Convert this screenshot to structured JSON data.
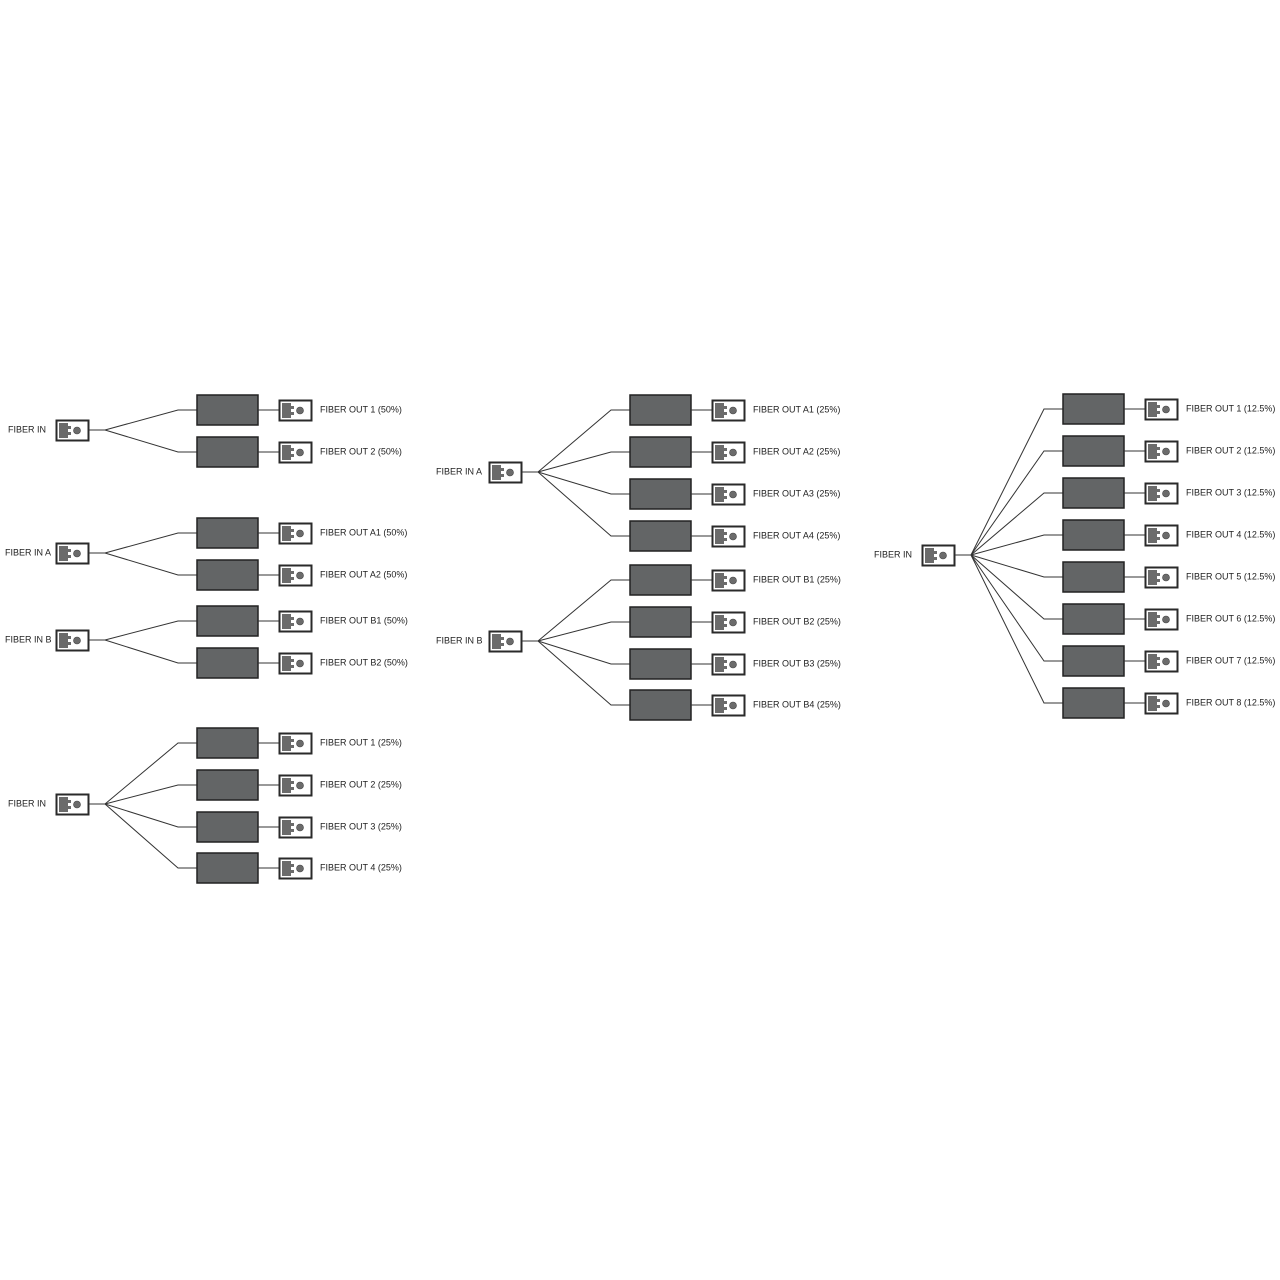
{
  "colors": {
    "splitter_box": "#636566",
    "line": "#333333",
    "connector_border": "#2a2a2a",
    "connector_gray": "#6b6b6b"
  },
  "groups": [
    {
      "input": "FIBER IN",
      "outputs": [
        "FIBER OUT 1 (50%)",
        "FIBER OUT 2 (50%)"
      ]
    },
    {
      "input": "FIBER IN A",
      "outputs": [
        "FIBER OUT A1 (50%)",
        "FIBER OUT A2 (50%)"
      ]
    },
    {
      "input": "FIBER IN B",
      "outputs": [
        "FIBER OUT B1 (50%)",
        "FIBER OUT B2 (50%)"
      ]
    },
    {
      "input": "FIBER IN",
      "outputs": [
        "FIBER OUT 1 (25%)",
        "FIBER OUT 2 (25%)",
        "FIBER OUT 3 (25%)",
        "FIBER OUT 4 (25%)"
      ]
    },
    {
      "input": "FIBER IN A",
      "outputs": [
        "FIBER OUT A1 (25%)",
        "FIBER OUT A2 (25%)",
        "FIBER OUT A3 (25%)",
        "FIBER OUT A4 (25%)"
      ]
    },
    {
      "input": "FIBER IN B",
      "outputs": [
        "FIBER OUT B1 (25%)",
        "FIBER OUT B2 (25%)",
        "FIBER OUT B3 (25%)",
        "FIBER OUT B4 (25%)"
      ]
    },
    {
      "input": "FIBER IN",
      "outputs": [
        "FIBER OUT 1 (12.5%)",
        "FIBER OUT 2 (12.5%)",
        "FIBER OUT 3 (12.5%)",
        "FIBER OUT 4 (12.5%)",
        "FIBER OUT 5 (12.5%)",
        "FIBER OUT 6 (12.5%)",
        "FIBER OUT 7 (12.5%)",
        "FIBER OUT 8 (12.5%)"
      ]
    }
  ]
}
